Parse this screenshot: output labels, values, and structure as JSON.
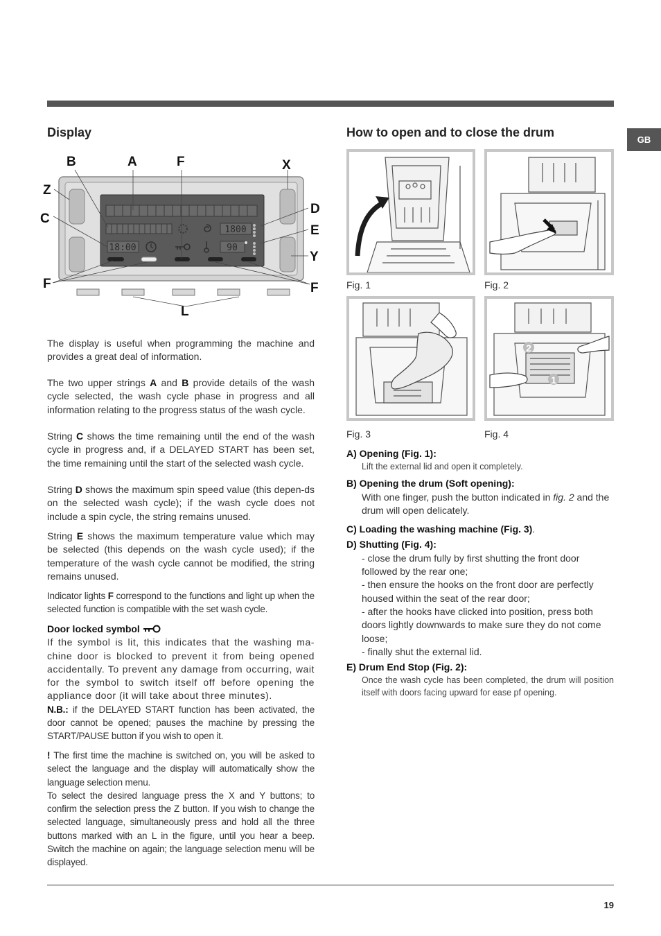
{
  "page": {
    "language_tab": "GB",
    "page_number": "19"
  },
  "display_section": {
    "title": "Display",
    "diagram": {
      "labels": {
        "B": "B",
        "A": "A",
        "F_top": "F",
        "X": "X",
        "Z": "Z",
        "C": "C",
        "D": "D",
        "E": "E",
        "Y": "Y",
        "F_left": "F",
        "F_right": "F",
        "L": "L"
      },
      "readouts": {
        "C": "18:00",
        "D": "1800",
        "E": "90"
      }
    },
    "paragraphs": {
      "intro": "The display is useful when programming the machine and provides a great deal of information.",
      "p2_pre": "The two upper strings ",
      "p2_a": "A",
      "p2_mid": " and ",
      "p2_b": "B",
      "p2_post": " provide details of the wash cycle selected, the wash cycle phase in progress and all information relating to the progress status of the wash cycle.",
      "p3_pre": "String ",
      "p3_key": "C",
      "p3_post": " shows the time remaining until the end of the wash cycle in progress and, if a DELAYED START has been set, the time remaining until the start of the selected wash cycle.",
      "p4_pre": "String ",
      "p4_key": "D",
      "p4_post": " shows the maximum spin speed value (this depen-ds on the selected wash cycle); if the wash cycle does not include a spin cycle, the string remains unused.",
      "p5_pre": "String ",
      "p5_key": "E",
      "p5_post": " shows the maximum temperature value which may be selected (this depends on the wash cycle used); if the temperature of the wash cycle cannot be modified, the string remains unused.",
      "p6_pre": "Indicator lights ",
      "p6_key": "F",
      "p6_post": " correspond to the functions and light up when the selected function is compatible with the set wash cycle.",
      "door_title": "Door locked symbol",
      "door_body": "If the symbol is lit, this indicates that the washing ma-chine door is blocked to prevent it from being opened accidentally. To prevent any damage from occurring, wait for the symbol to switch itself off before opening the appliance door (it will take about three minutes).",
      "nb_key": "N.B.:",
      "nb_body": " if the DELAYED START function has been activated, the door cannot be opened; pauses the machine by pressing the START/PAUSE button if you wish to open it.",
      "warn_key": "!",
      "warn_body": " The first time the machine is switched on, you will be asked to select the language and the display will automatically show the language selection menu.",
      "lang_body": "To select the desired language press the X and Y buttons; to confirm the selection press the Z button. If you wish to change the selected language, simultaneously press and hold all the three buttons marked with an L in the figure, until you hear a beep. Switch the machine on again; the language selection menu will be displayed."
    }
  },
  "drum_section": {
    "title": "How to open and to close the drum",
    "figures": [
      "Fig. 1",
      "Fig. 2",
      "Fig. 3",
      "Fig. 4"
    ],
    "steps": {
      "a_head": "A) Opening (Fig. 1):",
      "a_body": "Lift the external lid and open it completely.",
      "b_head": "B) Opening the drum (Soft opening):",
      "b_body_pre": "With one finger, push the button indicated in ",
      "b_body_ref": "fig. 2",
      "b_body_post": " and the drum will open delicately.",
      "c_head": "C) Loading the washing machine (Fig. 3)",
      "c_dot": ".",
      "d_head": "D) Shutting (Fig. 4):",
      "d_items": [
        "- close the drum fully by first shutting the front door followed by the  rear one;",
        "- then ensure the hooks on the front door are perfectly housed within the seat of the rear door;",
        "- after the hooks have clicked into position, press both doors lightly downwards to make sure they do not come loose;",
        "- finally shut the external lid."
      ],
      "e_head": "E) Drum End Stop (Fig. 2):",
      "e_body": "Once the wash cycle has been completed, the drum will position itself with doors facing upward for ease pf opening."
    }
  }
}
